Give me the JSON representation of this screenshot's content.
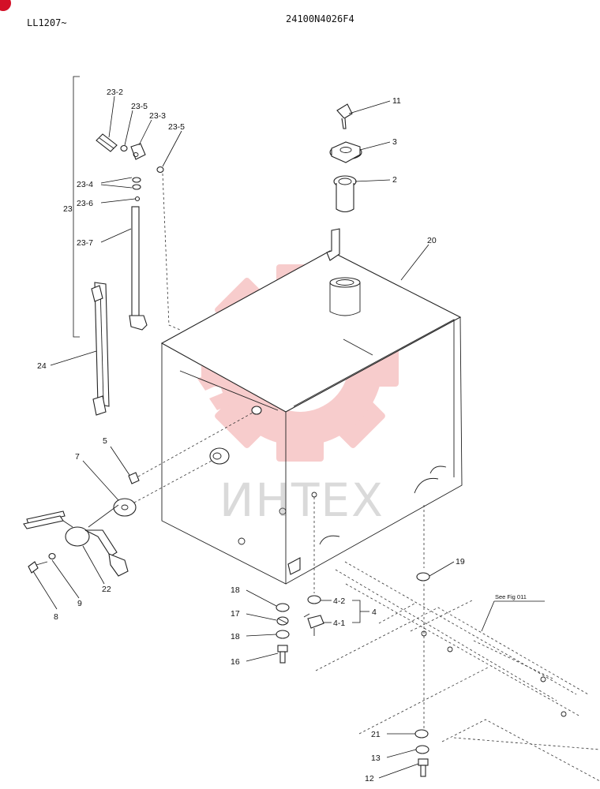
{
  "header": {
    "serial_range": "LL1207~",
    "drawing_number": "24100N4026F4"
  },
  "watermark": {
    "brand_text": "ИНТЕХ",
    "gear_color": "#f2a3a3"
  },
  "reference_note": "See Fig 011",
  "callouts": {
    "c23_2": "23-2",
    "c23_5a": "23-5",
    "c23_3": "23-3",
    "c23_5b": "23-5",
    "c23_4": "23-4",
    "c23_6": "23-6",
    "c23": "23",
    "c23_7": "23-7",
    "c24": "24",
    "c11": "11",
    "c3": "3",
    "c2": "2",
    "c20": "20",
    "c5": "5",
    "c7": "7",
    "c22": "22",
    "c9": "9",
    "c8": "8",
    "c19": "19",
    "c18a": "18",
    "c17": "17",
    "c18b": "18",
    "c16": "16",
    "c4_2": "4-2",
    "c4_1": "4-1",
    "c4": "4",
    "c21": "21",
    "c13": "13",
    "c12": "12"
  }
}
